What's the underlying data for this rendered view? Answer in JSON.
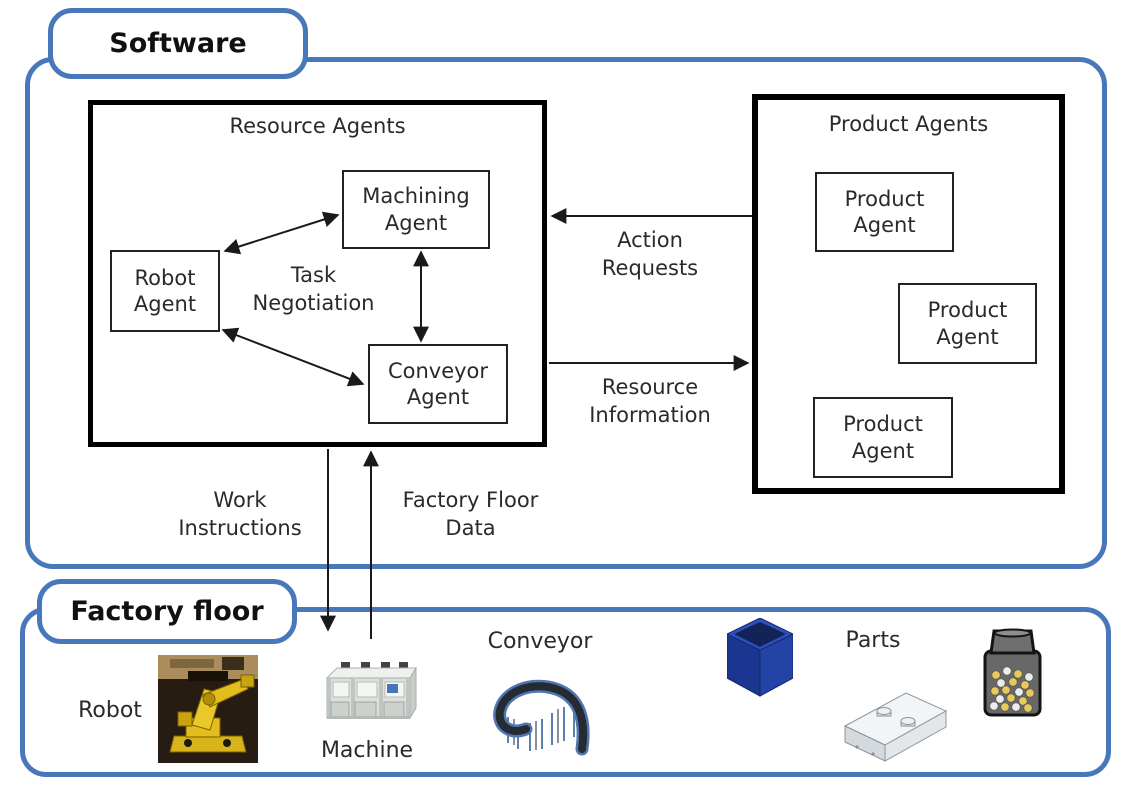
{
  "colors": {
    "accent_blue": "#4878ba",
    "bin_blue": "#2443a6",
    "robot_yellow": "#e3bd1d",
    "parts_yellow": "#e7c95c"
  },
  "software": {
    "label": "Software",
    "resource_agents": {
      "title": "Resource Agents",
      "robot_agent": "Robot\nAgent",
      "machining_agent": "Machining\nAgent",
      "conveyor_agent": "Conveyor\nAgent",
      "task_negotiation": "Task\nNegotiation"
    },
    "product_agents": {
      "title": "Product Agents",
      "items": [
        "Product\nAgent",
        "Product\nAgent",
        "Product\nAgent"
      ]
    },
    "flows": {
      "action_requests": "Action\nRequests",
      "resource_information": "Resource\nInformation"
    }
  },
  "bridge": {
    "work_instructions": "Work\nInstructions",
    "factory_floor_data": "Factory Floor\nData"
  },
  "factory_floor": {
    "label": "Factory floor",
    "items": [
      {
        "label": "Robot"
      },
      {
        "label": "Machine"
      },
      {
        "label": "Conveyor"
      },
      {
        "label": "Parts"
      }
    ]
  }
}
